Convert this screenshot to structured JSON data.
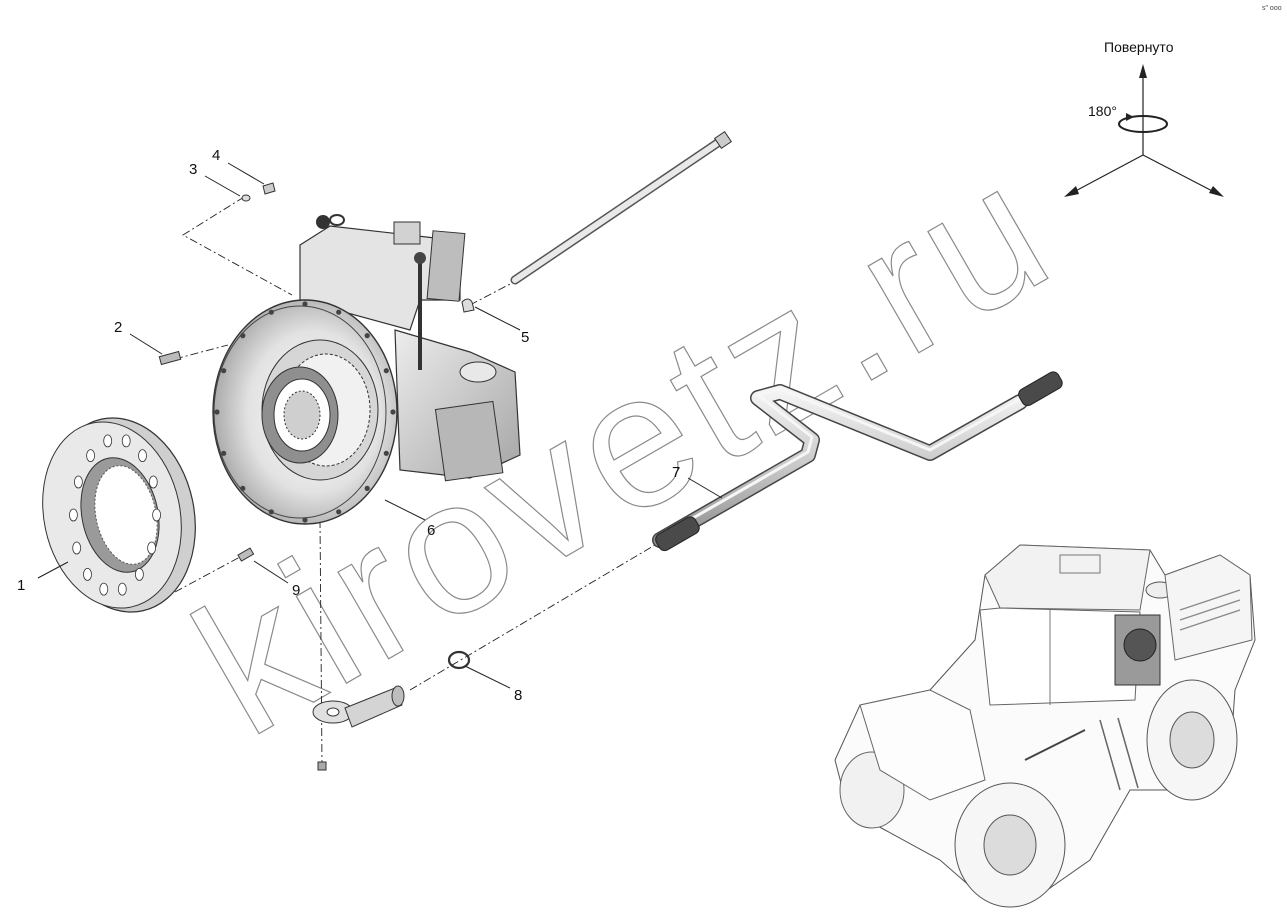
{
  "orientation": {
    "label": "Повернуто",
    "angle_label": "180°"
  },
  "watermark": {
    "text": "kirovetz.ru"
  },
  "corner_mark": {
    "text": "s\" ooo"
  },
  "callouts": [
    {
      "id": "1",
      "label": "1"
    },
    {
      "id": "2",
      "label": "2"
    },
    {
      "id": "3",
      "label": "3"
    },
    {
      "id": "4",
      "label": "4"
    },
    {
      "id": "5",
      "label": "5"
    },
    {
      "id": "6",
      "label": "6"
    },
    {
      "id": "7",
      "label": "7"
    },
    {
      "id": "8",
      "label": "8"
    },
    {
      "id": "9",
      "label": "9"
    }
  ],
  "colors": {
    "line": "#222222",
    "part_fill": "#e6e6e6",
    "part_dark": "#a9a9a9",
    "watermark": "#8a8a8a"
  }
}
